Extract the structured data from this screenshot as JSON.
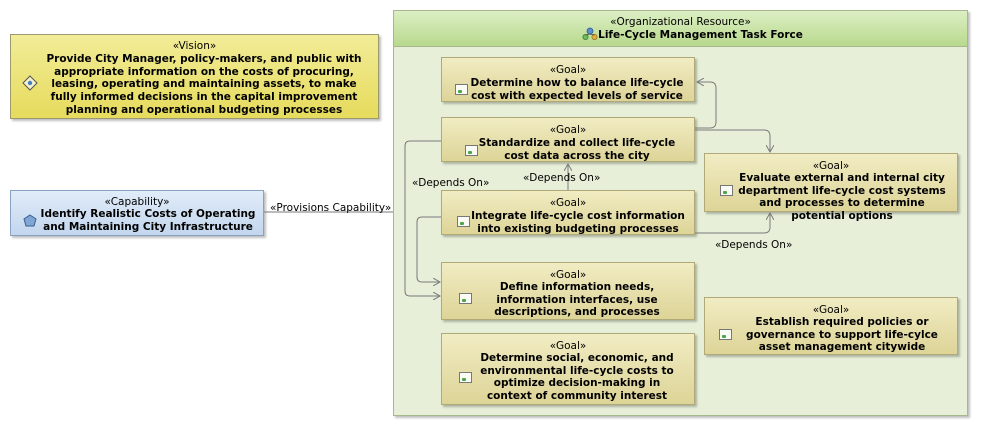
{
  "vision": {
    "stereotype": "«Vision»",
    "text": "Provide City Manager, policy-makers, and public with appropriate information on the costs of procuring, leasing, operating and maintaining assets, to make fully informed decisions in the capital improvement planning and operational budgeting processes",
    "icon": "vision-icon"
  },
  "capability": {
    "stereotype": "«Capability»",
    "text": "Identify Realistic Costs of Operating and Maintaining City Infrastructure",
    "icon": "capability-icon"
  },
  "provisions_label": "«Provisions Capability»",
  "org": {
    "stereotype": "«Organizational Resource»",
    "name": "Life-Cycle Management Task Force",
    "icon": "organization-icon"
  },
  "goals": {
    "balance": {
      "stereotype": "«Goal»",
      "text": "Determine how to balance life-cycle cost with expected levels of service"
    },
    "standardize": {
      "stereotype": "«Goal»",
      "text": "Standardize and collect life-cycle cost data across the city"
    },
    "integrate": {
      "stereotype": "«Goal»",
      "text": "Integrate life-cycle cost information into existing budgeting processes"
    },
    "define": {
      "stereotype": "«Goal»",
      "text": "Define information needs, information interfaces, use descriptions, and processes"
    },
    "social": {
      "stereotype": "«Goal»",
      "text": "Determine social, economic, and environmental life-cycle costs to optimize decision-making in context of community interest"
    },
    "evaluate": {
      "stereotype": "«Goal»",
      "text": "Evaluate external and internal city department life-cycle cost systems and processes to determine potential options"
    },
    "establish": {
      "stereotype": "«Goal»",
      "text": "Establish required policies or governance to support life-cylce asset management citywide"
    }
  },
  "depends_labels": {
    "left": "«Depends On»",
    "middle": "«Depends On»",
    "right": "«Depends On»"
  },
  "colors": {
    "vision_fill": "#e6db5c",
    "capability_fill": "#c2d6ee",
    "org_fill": "#e7efd9",
    "goal_fill": "#ddd497",
    "connector": "#7a7a7a"
  }
}
